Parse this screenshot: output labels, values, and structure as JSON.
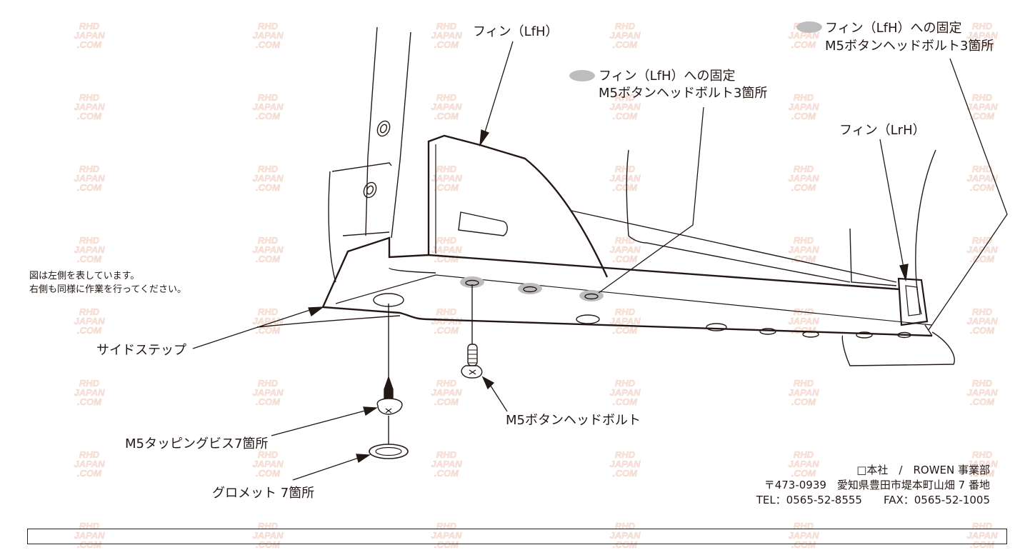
{
  "watermark": {
    "line1": "RHD",
    "line2": "JAPAN",
    "line3": ".COM"
  },
  "labels": {
    "fin_lfh": "フィン（LfH）",
    "fin_lfh_fix_1a": "フィン（LfH）への固定",
    "fin_lfh_fix_1b": "M5ボタンヘッドボルト3箇所",
    "fin_lfh_fix_2a": "フィン（LfH）への固定",
    "fin_lfh_fix_2b": "M5ボタンヘッドボルト3箇所",
    "fin_lrh": "フィン（LrH）",
    "side_step": "サイドステップ",
    "m5_bolt": "M5ボタンヘッドボルト",
    "tapping_screw": "M5タッピングビス7箇所",
    "grommet": "グロメット 7箇所"
  },
  "note": {
    "line1": "図は左側を表しています。",
    "line2": "右側も同様に作業を行ってください。"
  },
  "address": {
    "company": "□本社　/　ROWEN 事業部",
    "postal": "〒473-0939　愛知県豊田市堤本町山畑 7 番地",
    "phone": "TEL：0565-52-8555　　FAX：0565-52-1005"
  },
  "colors": {
    "line": "#231815",
    "highlight": "#bdbdbd"
  }
}
